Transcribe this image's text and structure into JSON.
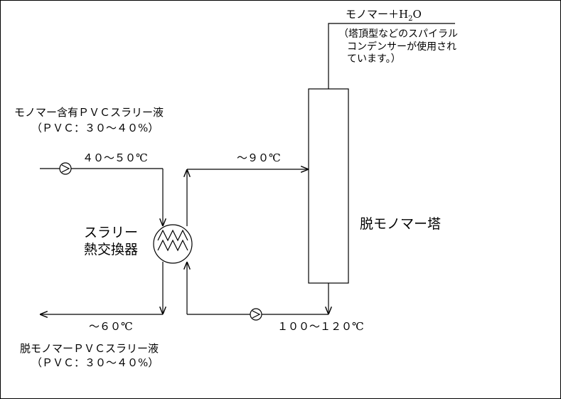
{
  "labels": {
    "top_overhead": "モノマー＋H",
    "top_overhead_sub": "2",
    "top_overhead_tail": "O",
    "note_line1": "（塔頂型などのスパイラル",
    "note_line2": "コンデンサーが使用され",
    "note_line3": "ています。）",
    "feed_line1": "モノマー含有ＰＶＣスラリー液",
    "feed_line2": "（ＰＶＣ：３０～４０%）",
    "feed_temp": "４０～５０℃",
    "to_column_temp": "～９０℃",
    "hx_line1": "スラリー",
    "hx_line2": "熱交換器",
    "column": "脱モノマー塔",
    "bottom_temp": "１００～１２０℃",
    "outlet_temp": "～６０℃",
    "product_line1": "脱モノマーＰＶＣスラリー液",
    "product_line2": "（ＰＶＣ：３０～４０%）"
  },
  "colors": {
    "line": "#000000",
    "background": "#ffffff"
  },
  "icons": [
    "pump-icon",
    "heat-exchanger-icon",
    "arrow-icon"
  ]
}
